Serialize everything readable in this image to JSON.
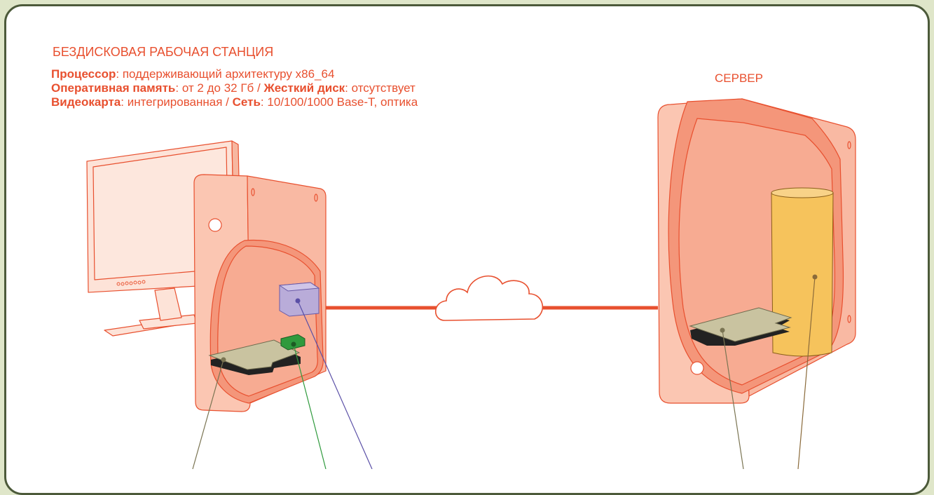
{
  "workstation": {
    "title": "БЕЗДИСКОВАЯ РАБОЧАЯ СТАНЦИЯ",
    "specs": [
      {
        "key": "Процессор",
        "sep": ": ",
        "value": "поддерживающий архитектуру x86_64"
      },
      {
        "key": "Оперативная память",
        "sep": ": ",
        "value": "от 2 до 32 Гб / ",
        "key2": "Жесткий диск",
        "sep2": ": ",
        "value2": "отсутствует"
      },
      {
        "key": "Видеокарта",
        "sep": ": ",
        "value": "интегрированная / ",
        "key2": "Сеть",
        "sep2": ": ",
        "value2": "10/100/1000 Base-T, оптика"
      }
    ]
  },
  "server": {
    "title": "СЕРВЕР"
  },
  "colors": {
    "accent": "#e8502f",
    "case_fill": "#fbc6b2",
    "case_inner": "#f4967a",
    "disk": "#f6c35c",
    "board": "#c9c3a0",
    "cpu": "#b9acd9",
    "nic": "#2f9a3d"
  }
}
